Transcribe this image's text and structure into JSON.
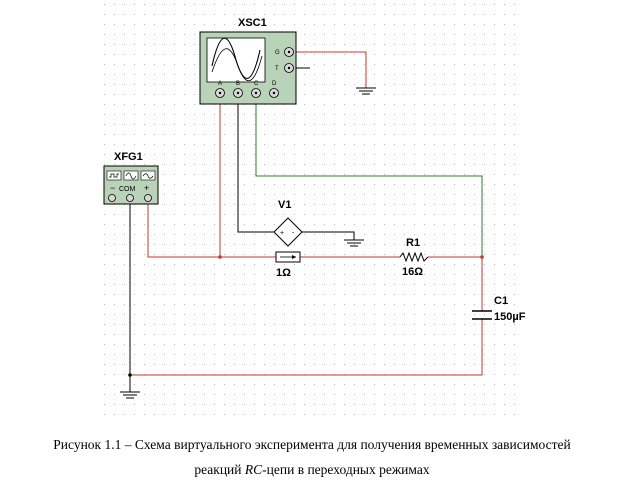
{
  "oscilloscope": {
    "label": "XSC1",
    "pins_right": [
      "G",
      "T"
    ],
    "pins_bottom": [
      "A",
      "B",
      "C",
      "D"
    ]
  },
  "generator": {
    "label": "XFG1",
    "minus": "−",
    "com": "COM",
    "plus": "+"
  },
  "voltmeter": {
    "label": "V1",
    "plus": "+",
    "minus": "-"
  },
  "shunt": {
    "value": "1Ω"
  },
  "resistor": {
    "label": "R1",
    "value": "16Ω"
  },
  "capacitor": {
    "label": "C1",
    "value": "150µF"
  },
  "caption": {
    "line1": "Рисунок 1.1 – Схема виртуального эксперимента для получения временных зависимостей",
    "line2_a": "реакций ",
    "line2_italic": "RC",
    "line2_b": "-цепи в переходных режимах"
  },
  "colors": {
    "wire_red": "#c0392b",
    "wire_green": "#2e7d32",
    "wire_black": "#000000",
    "instrument_fill": "#b9d3b9"
  }
}
